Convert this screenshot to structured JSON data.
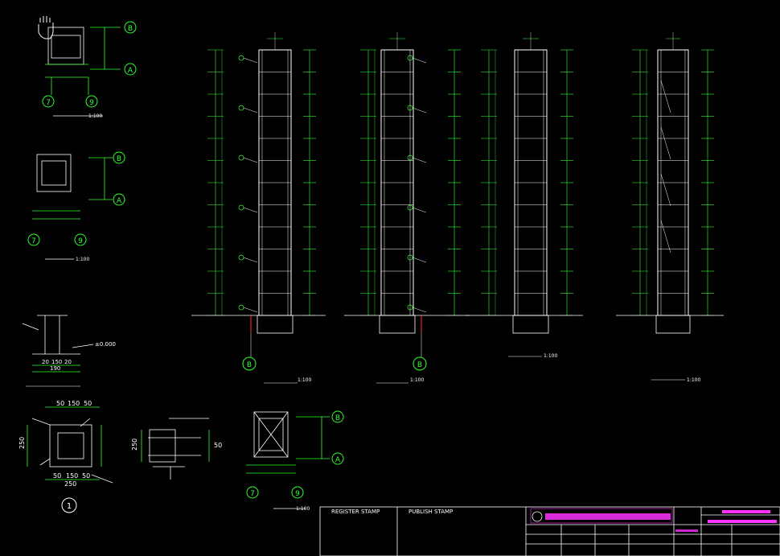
{
  "grid_bubbles": {
    "top_small_1": [
      "B",
      "A",
      "7",
      "9"
    ],
    "top_small_2": [
      "B",
      "A",
      "7",
      "9"
    ],
    "mid_small": [
      "B",
      "A",
      "7",
      "9"
    ],
    "elev_1": "B",
    "elev_2": "B",
    "detail_1": "1"
  },
  "labels": {
    "scale": "1:100",
    "elev_1_scale": "1:100",
    "elev_2_scale": "1:100",
    "elev_3_scale": "1:100",
    "elev_4_scale": "1:100",
    "plan_1_scale": "1:100",
    "plan_2_scale": "1:100",
    "plan_3_scale": "1:100",
    "elevation_zero": "±0.000"
  },
  "detail_dims": {
    "top": [
      "50",
      "150",
      "50"
    ],
    "bottom": [
      "50",
      "150",
      "50"
    ],
    "total": "250",
    "side_left": "250",
    "side_right": "50",
    "mid_detail": [
      "20",
      "150",
      "20"
    ],
    "mid_total": "190"
  },
  "title_block": {
    "register_stamp": "REGISTER STAMP",
    "publish_stamp": "PUBLISH STAMP",
    "accent": "#ff33ff"
  },
  "colors": {
    "background": "#000000",
    "lines": "#ffffff",
    "dims": "#33ff33",
    "accent": "#ff33ff",
    "grid_bubble": "#33ff33",
    "red_mark": "#ff3333"
  }
}
